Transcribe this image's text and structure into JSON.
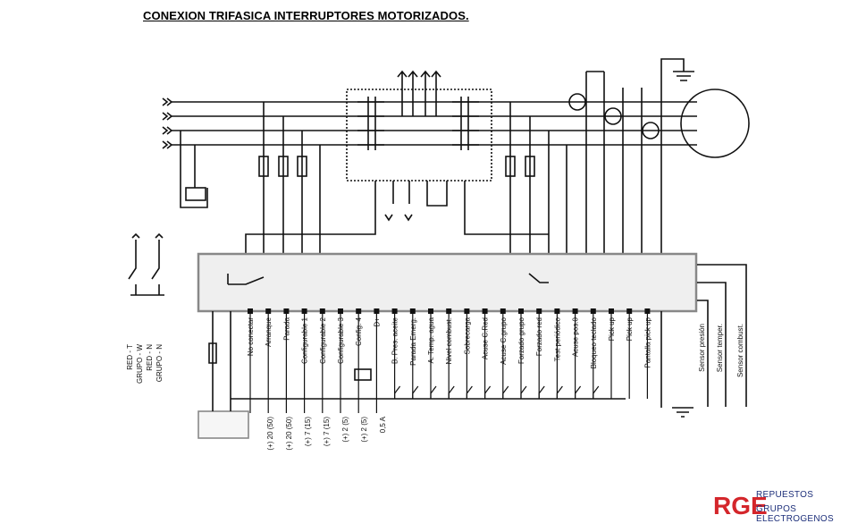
{
  "title": "CONEXION TRIFASICA INTERRUPTORES MOTORIZADOS.",
  "top_terminals": [
    "No conectar",
    "Arranque",
    "Parada",
    "Configurable 1",
    "Configurable 2",
    "Configurable 3",
    "Config. 4",
    "D+",
    "B. Pres. aceite",
    "Parada Emerg.",
    "A. Temp. agua",
    "Nivel combust.",
    "Sobrecarga",
    "Acuse C.Red",
    "Acuse C.grupo",
    "Forzado grupo",
    "Forzado red",
    "Test periódico",
    "Acuse pos.0",
    "Bloqueo teclado",
    "Pick up",
    "Pick up",
    "Pantalla pick up"
  ],
  "sensors": [
    "Sensor combust.",
    "Sensor temper.",
    "Sensor presión"
  ],
  "outputs": [
    "(+) 20 (50)",
    "(+) 20 (50)",
    "(+) 7 (15)",
    "(+) 7 (15)",
    "(+) 2 (5)",
    "(+) 2 (5)",
    "0,5 A"
  ],
  "left_labels": [
    "RED - T",
    "GRUPO - W",
    "RED - N",
    "GRUPO - N"
  ],
  "logo": {
    "mark": "RGE",
    "line1": "REPUESTOS",
    "line2": "GRUPOS ELECTROGENOS",
    "color": "#1d2f7a",
    "accent": "#d4262b"
  }
}
